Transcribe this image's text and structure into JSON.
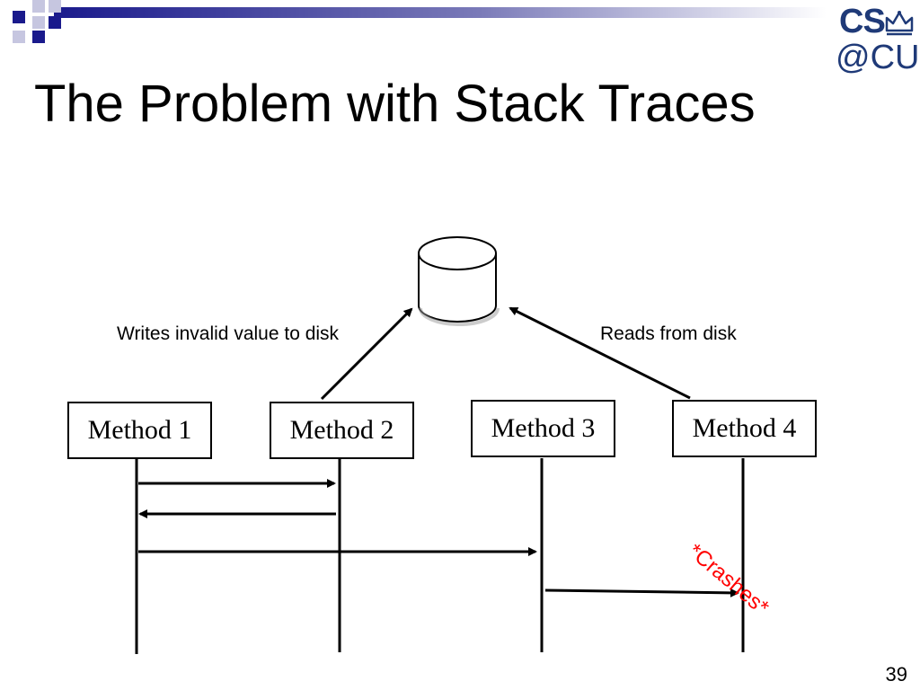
{
  "slide": {
    "title": "The Problem with Stack Traces",
    "page_number": "39"
  },
  "logo": {
    "line1": "CS",
    "line2": "@CU"
  },
  "methods": [
    "Method 1",
    "Method 2",
    "Method 3",
    "Method 4"
  ],
  "annotations": {
    "write_label": "Writes invalid value to disk",
    "read_label": "Reads from disk",
    "crash_label": "*Crashes*"
  },
  "colors": {
    "accent_navy": "#1a1a8c",
    "crash_red": "#ff0000",
    "logo_blue": "#1f3a78"
  }
}
